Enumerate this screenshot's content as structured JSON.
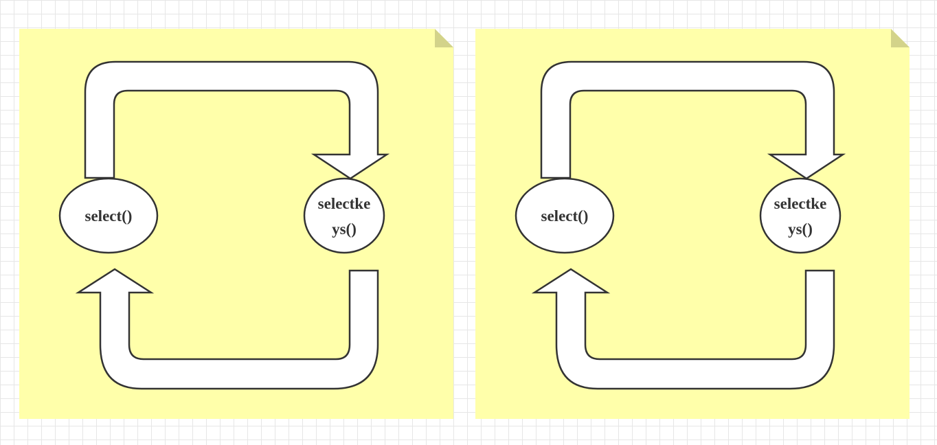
{
  "colors": {
    "note_fill": "#ffffaa",
    "note_fold": "#d3d38a",
    "shape_fill": "#ffffff",
    "shape_stroke": "#333333",
    "label": "#333333"
  },
  "notes": [
    {
      "left_node": {
        "label": "select()"
      },
      "right_node": {
        "line1": "selectke",
        "line2": "ys()"
      }
    },
    {
      "left_node": {
        "label": "select()"
      },
      "right_node": {
        "line1": "selectke",
        "line2": "ys()"
      }
    }
  ]
}
